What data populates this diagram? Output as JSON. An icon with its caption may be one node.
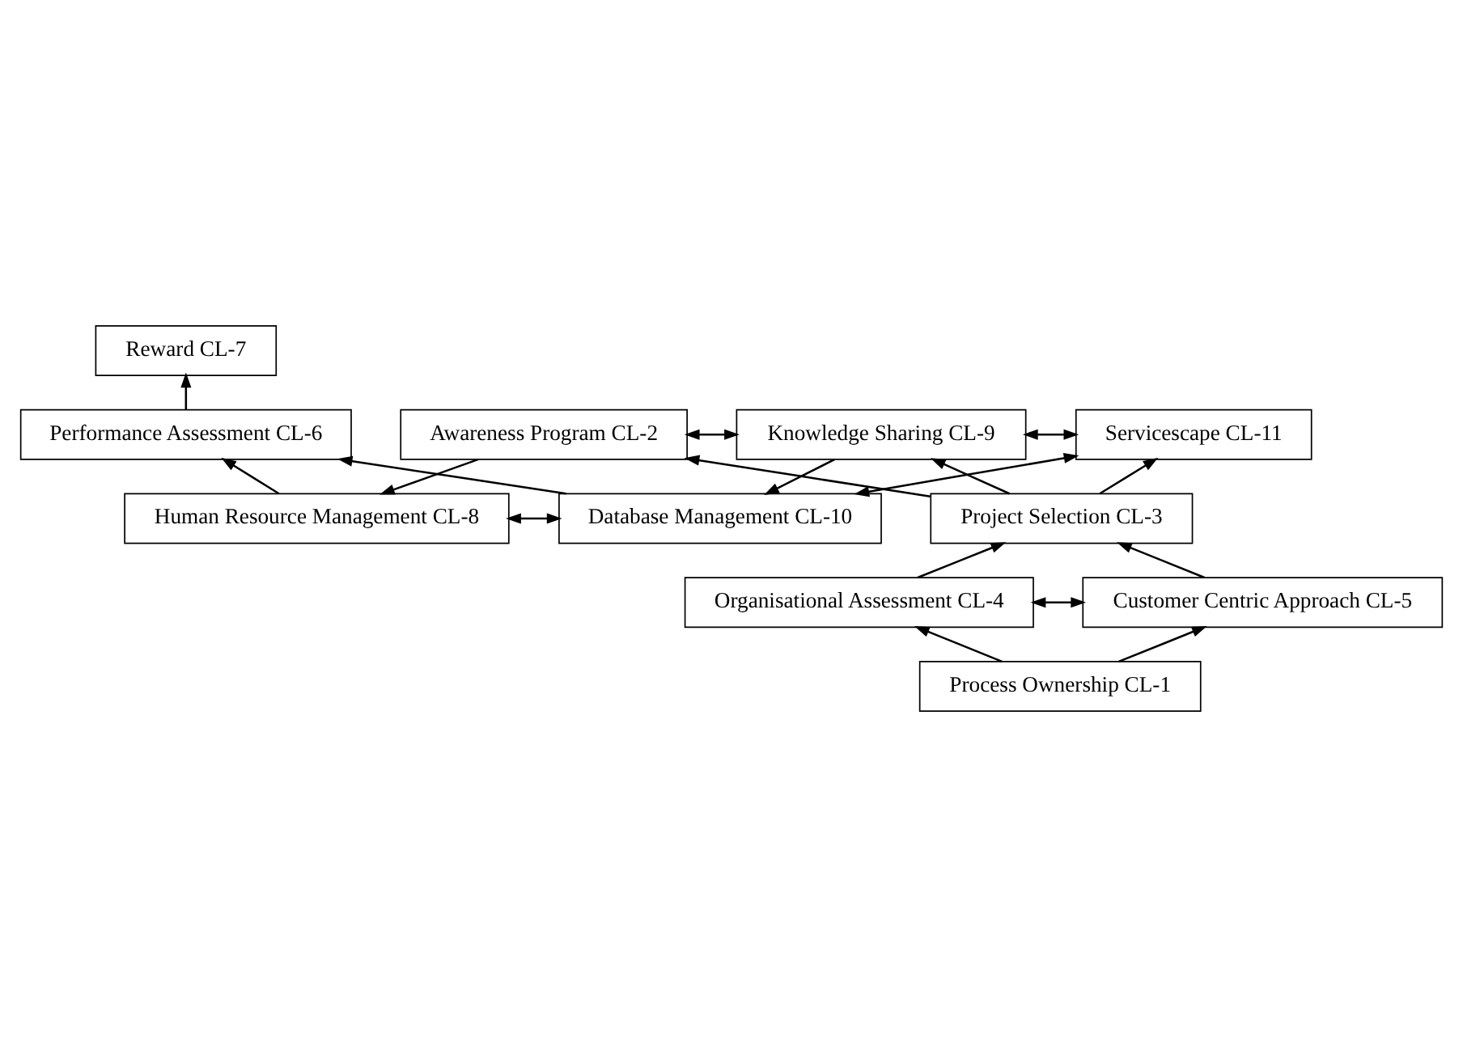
{
  "diagram": {
    "nodes": [
      {
        "text": [
          "Reward CL-7"
        ]
      },
      {
        "text": [
          "Performance Assessment CL-6"
        ]
      },
      {
        "text": [
          "Human Resource Management CL-8"
        ]
      },
      {
        "text": [
          "Database Management CL-10"
        ]
      },
      {
        "text": [
          "Awareness Program CL-2"
        ]
      },
      {
        "text": [
          "Knowledge Sharing CL-9"
        ]
      },
      {
        "text": [
          "Servicescape CL-11"
        ]
      },
      {
        "text": [
          "Project Selection CL-3"
        ]
      },
      {
        "text": [
          "Organisational Assessment CL-4"
        ]
      },
      {
        "text": [
          "Customer Centric Approach CL-5"
        ]
      },
      {
        "text": [
          "Process Ownership CL-1"
        ]
      }
    ],
    "edges": [
      {
        "from": 1,
        "to": 0,
        "arrow": "to"
      },
      {
        "from": 2,
        "to": 1,
        "arrow": "to"
      },
      {
        "from": 3,
        "to": 1,
        "arrow": "to"
      },
      {
        "from": 2,
        "to": 3,
        "arrow": "both"
      },
      {
        "from": 3,
        "to": 6,
        "arrow": "both"
      },
      {
        "from": 4,
        "to": 2,
        "arrow": "to"
      },
      {
        "from": 5,
        "to": 3,
        "arrow": "to"
      },
      {
        "from": 4,
        "to": 5,
        "arrow": "both"
      },
      {
        "from": 5,
        "to": 6,
        "arrow": "both"
      },
      {
        "from": 7,
        "to": 4,
        "arrow": "to"
      },
      {
        "from": 7,
        "to": 5,
        "arrow": "to"
      },
      {
        "from": 7,
        "to": 6,
        "arrow": "to"
      },
      {
        "from": 8,
        "to": 7,
        "arrow": "to"
      },
      {
        "from": 9,
        "to": 7,
        "arrow": "to"
      },
      {
        "from": 8,
        "to": 9,
        "arrow": "both"
      },
      {
        "from": 10,
        "to": 8,
        "arrow": "to"
      },
      {
        "from": 10,
        "to": 9,
        "arrow": "to"
      }
    ]
  }
}
